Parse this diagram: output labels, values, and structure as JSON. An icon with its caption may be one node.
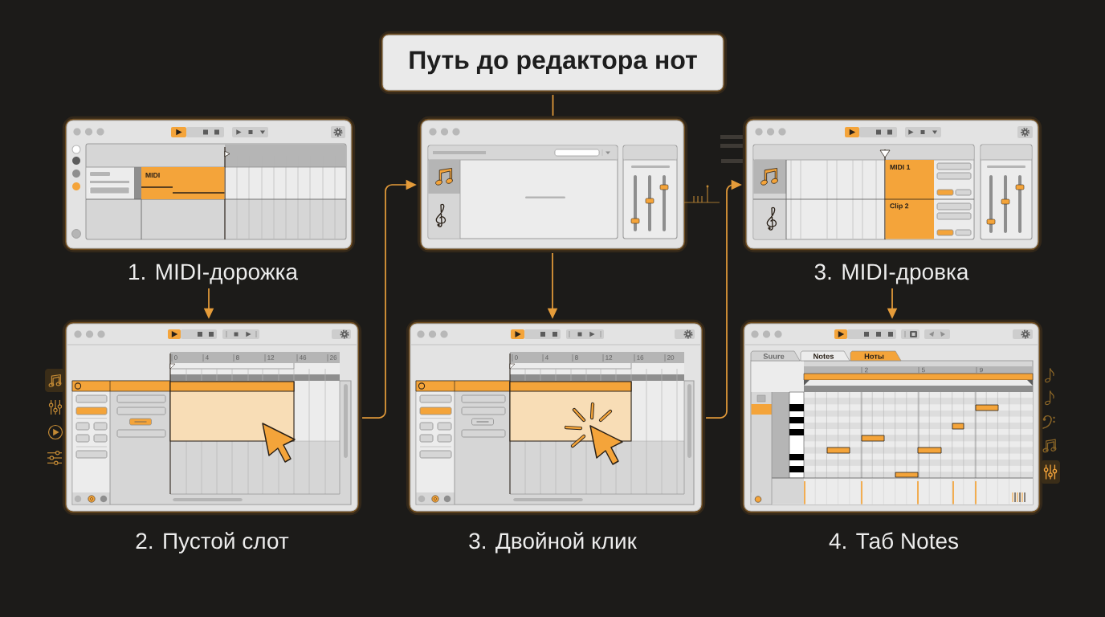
{
  "diagram": {
    "nodes": [
      {
        "text": [
          "Путь до редактора нот"
        ]
      },
      {
        "text": [
          "MIDI"
        ],
        "beside": [
          "1. MIDI-дорожка"
        ]
      },
      {
        "text": [],
        "shape": "picture"
      },
      {
        "text": [
          "MIDI 1",
          "Clip 2"
        ],
        "beside": [
          "3. MIDI-дровка"
        ]
      },
      {
        "text": [
          "0",
          "4",
          "8",
          "12",
          "46",
          "26"
        ],
        "beside": [
          "2. Пустой слот"
        ]
      },
      {
        "text": [
          "0",
          "4",
          "8",
          "12",
          "16",
          "20"
        ],
        "beside": [
          "3. Двойной клик"
        ]
      },
      {
        "text": [
          "Suure",
          "Notes",
          "Ноты",
          "2",
          "5",
          "9"
        ],
        "beside": [
          "4. Таб Notes"
        ]
      }
    ],
    "edges": [
      {
        "from": 0,
        "to": 2,
        "arrow": "none"
      },
      {
        "from": 1,
        "to": 4,
        "arrow": "to"
      },
      {
        "from": 4,
        "to": 2,
        "arrow": "to"
      },
      {
        "from": 2,
        "to": 5,
        "arrow": "to"
      },
      {
        "from": 5,
        "to": 3,
        "arrow": "to"
      },
      {
        "from": 3,
        "to": 6,
        "arrow": "to"
      }
    ]
  }
}
